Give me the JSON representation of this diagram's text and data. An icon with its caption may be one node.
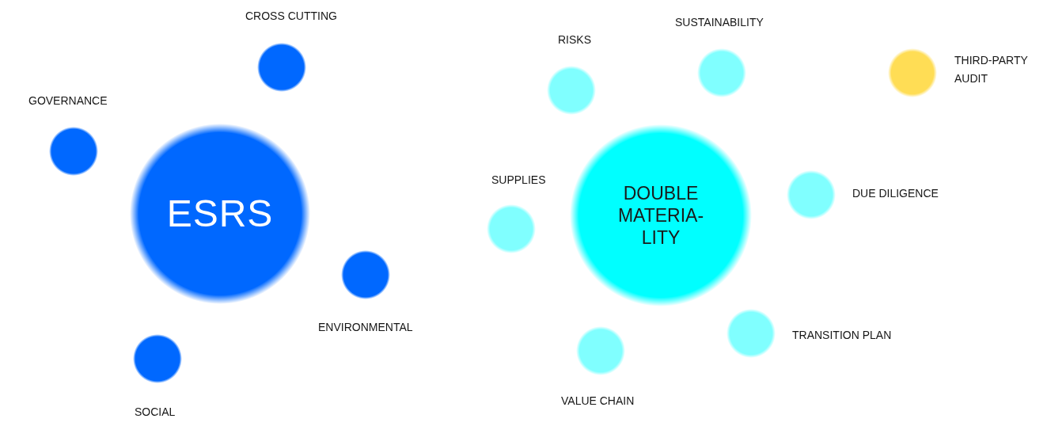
{
  "diagram": {
    "nodes": [
      {
        "text": [
          "ESRS"
        ]
      },
      {
        "text": [],
        "shape": "circle",
        "beside": [
          "CROSS CUTTING"
        ]
      },
      {
        "text": [],
        "shape": "circle",
        "beside": [
          "GOVERNANCE"
        ]
      },
      {
        "text": [],
        "shape": "circle",
        "beside": [
          "ENVIRONMENTAL"
        ]
      },
      {
        "text": [],
        "shape": "circle",
        "beside": [
          "SOCIAL"
        ]
      },
      {
        "text": [
          "DOUBLE MATERIA-LITY"
        ]
      },
      {
        "text": [],
        "shape": "circle",
        "beside": [
          "RISKS"
        ]
      },
      {
        "text": [],
        "shape": "circle",
        "beside": [
          "SUSTAINABILITY"
        ]
      },
      {
        "text": [],
        "shape": "circle",
        "beside": [
          "THIRD-PARTY AUDIT"
        ]
      },
      {
        "text": [],
        "shape": "circle",
        "beside": [
          "SUPPLIES"
        ]
      },
      {
        "text": [],
        "shape": "circle",
        "beside": [
          "DUE DILIGENCE"
        ]
      },
      {
        "text": [],
        "shape": "circle",
        "beside": [
          "TRANSITION PLAN"
        ]
      },
      {
        "text": [],
        "shape": "circle",
        "beside": [
          "VALUE CHAIN"
        ]
      }
    ]
  }
}
